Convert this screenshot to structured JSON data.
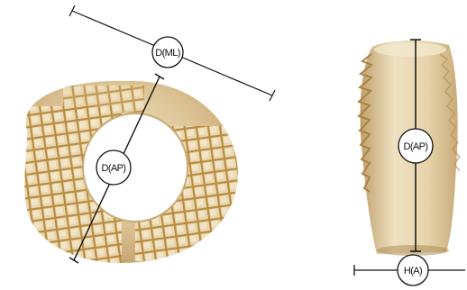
{
  "figure": {
    "top_view": {
      "labels": {
        "ml": "D(ML)",
        "ap": "D(AP)"
      }
    },
    "side_view": {
      "labels": {
        "ap": "D(AP)",
        "height": "H(A)"
      }
    }
  },
  "colors": {
    "implant_base": "#d8bd8a",
    "implant_light": "#eadcb9",
    "implant_shadow": "#b8925a",
    "grid_lines": "#b58a3c",
    "dimension_line": "#111111",
    "label_fill": "#ffffff"
  }
}
